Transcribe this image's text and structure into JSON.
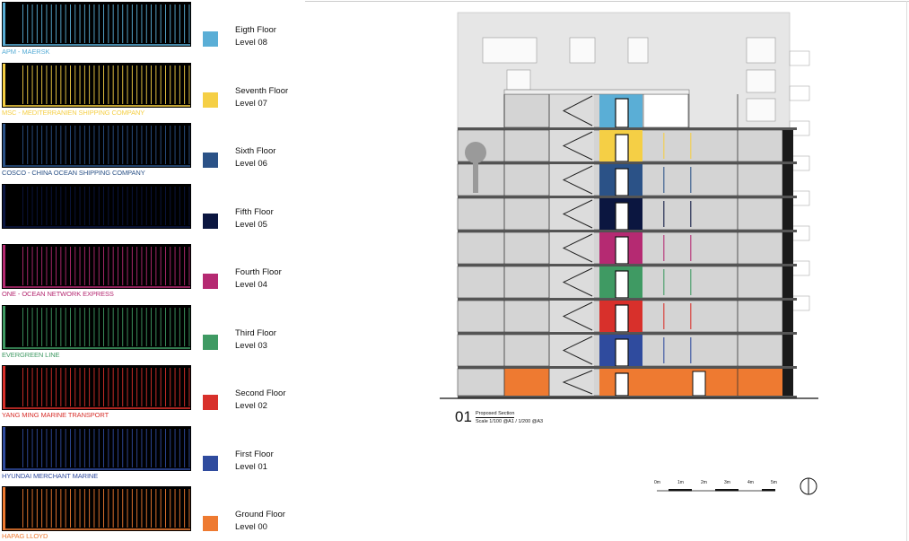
{
  "legend": [
    {
      "company": "APM - MAERSK",
      "floor": "Eigth Floor",
      "level": "Level 08",
      "color": "#5aaed6"
    },
    {
      "company": "MSC - MEDITERRANIEN SHIPPING COMPANY",
      "floor": "Seventh Floor",
      "level": "Level 07",
      "color": "#f5cf45"
    },
    {
      "company": "COSCO - CHINA OCEAN SHIPPING COMPANY",
      "floor": "Sixth Floor",
      "level": "Level 06",
      "color": "#2b5287"
    },
    {
      "company": "",
      "floor": "Fifth Floor",
      "level": "Level 05",
      "color": "#0b1640"
    },
    {
      "company": "ONE - OCEAN NETWORK EXPRESS",
      "floor": "Fourth Floor",
      "level": "Level 04",
      "color": "#b52a72"
    },
    {
      "company": "EVERGREEN LINE",
      "floor": "Third Floor",
      "level": "Level 03",
      "color": "#3f9a63"
    },
    {
      "company": "YANG MING MARINE TRANSPORT",
      "floor": "Second Floor",
      "level": "Level 02",
      "color": "#d8302b"
    },
    {
      "company": "HYUNDAI MERCHANT MARINE",
      "floor": "First Floor",
      "level": "Level 01",
      "color": "#2f4b9e"
    },
    {
      "company": "HAPAG LLOYD",
      "floor": "Ground Floor",
      "level": "Level 00",
      "color": "#ee7a31"
    }
  ],
  "title_block": {
    "number": "01",
    "title": "Proposed Section",
    "scale": "Scale 1/100 @A1  /  1/200 @A3"
  },
  "scale_bar": [
    "0m",
    "1m",
    "2m",
    "3m",
    "4m",
    "5m"
  ],
  "north_arrow_icon": "north-arrow-icon"
}
